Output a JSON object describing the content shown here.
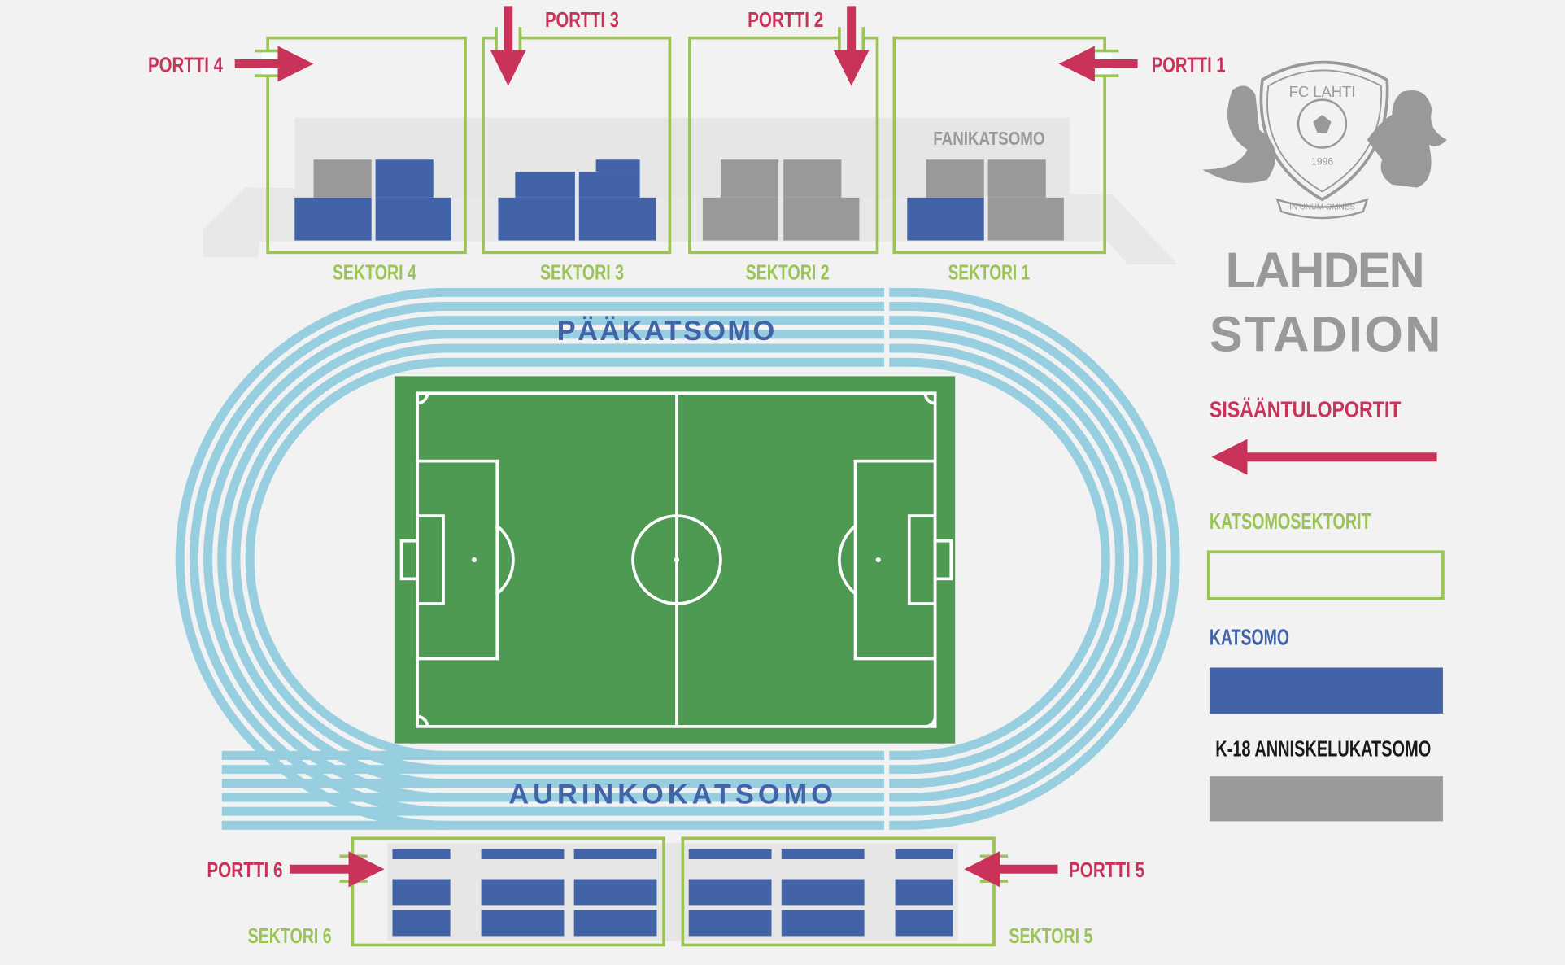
{
  "colors": {
    "gate": "#c9335a",
    "sector": "#9cc454",
    "stand": "#4263a8",
    "k18": "#999999",
    "track": "#97cfe0",
    "pitch": "#4e9a52"
  },
  "gates": {
    "g1": "PORTTI 1",
    "g2": "PORTTI 2",
    "g3": "PORTTI 3",
    "g4": "PORTTI 4",
    "g5": "PORTTI 5",
    "g6": "PORTTI 6"
  },
  "sectors": {
    "s1": "SEKTORI 1",
    "s2": "SEKTORI 2",
    "s3": "SEKTORI 3",
    "s4": "SEKTORI 4",
    "s5": "SEKTORI 5",
    "s6": "SEKTORI 6"
  },
  "stands": {
    "fan": "FANIKATSOMO",
    "main": "PÄÄKATSOMO",
    "sun": "AURINKOKATSOMO"
  },
  "logo": {
    "name": "FC LAHTI",
    "year": "1996",
    "motto": "IN UNUM OMNES"
  },
  "title": {
    "line1": "LAHDEN",
    "line2": "STADION"
  },
  "legend": {
    "gates": "SISÄÄNTULOPORTIT",
    "sectors": "KATSOMOSEKTORIT",
    "stand": "KATSOMO",
    "k18": "K-18 ANNISKELUKATSOMO"
  }
}
